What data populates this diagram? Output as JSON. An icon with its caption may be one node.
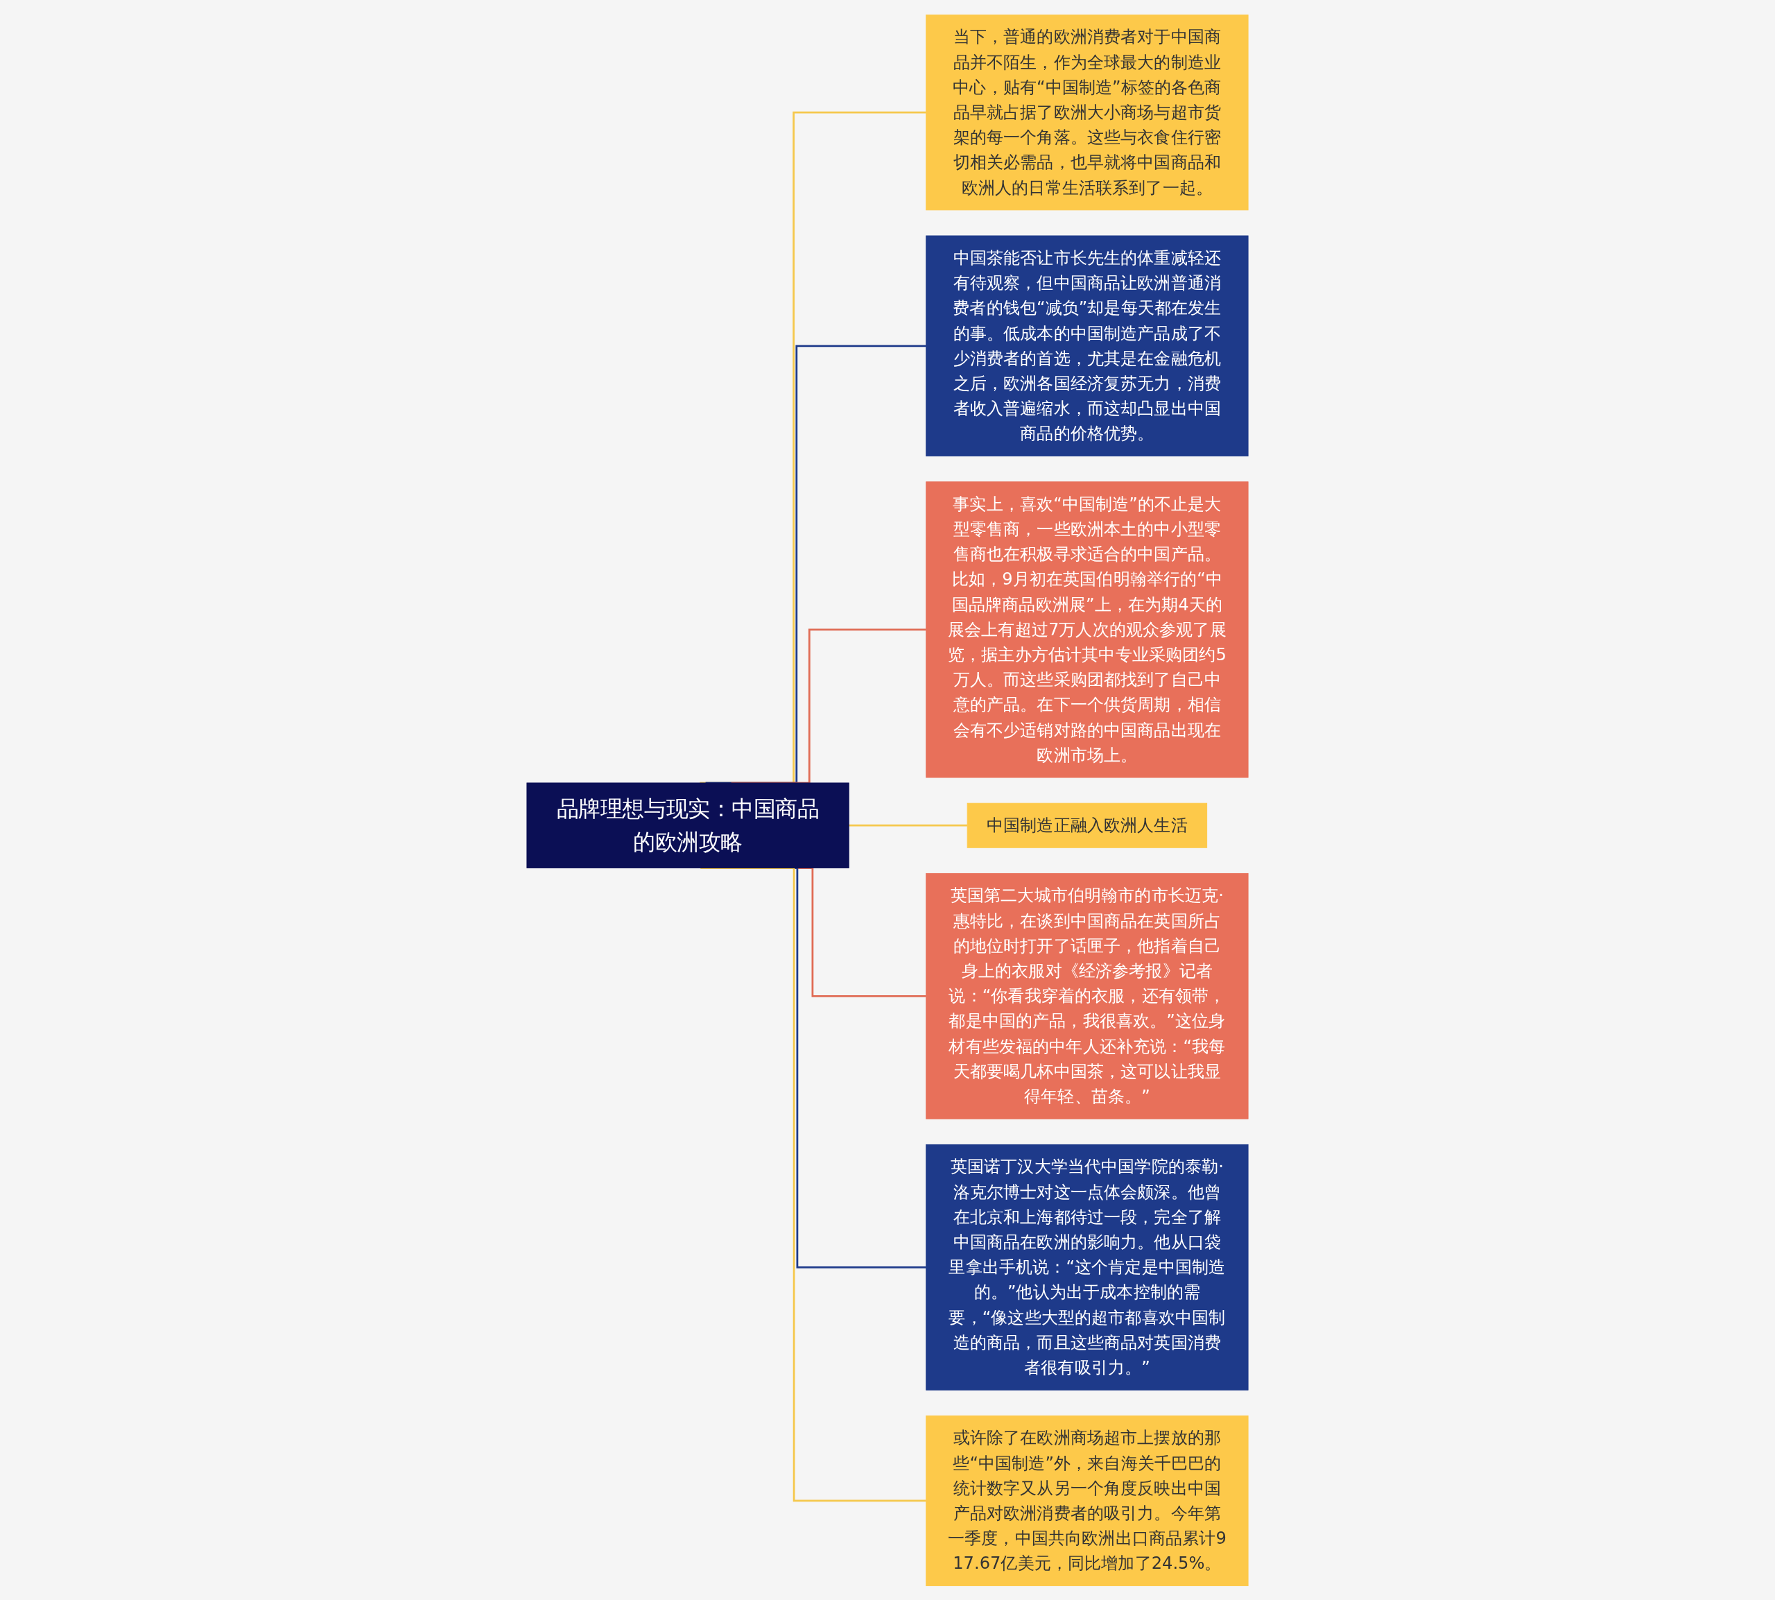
{
  "diagram": {
    "nodes": [
      {
        "text": [
          "品牌理想与现实：中国商品的欧洲攻略"
        ]
      },
      {
        "text": [
          "当下，普通的欧洲消费者对于中国商品并不陌生，作为全球最大的制造业中心，贴有“中国制造”标签的各色商品早就占据了欧洲大小商场与超市货架的每一个角落。这些与衣食住行密切相关必需品，也早就将中国商品和欧洲人的日常生活联系到了一起。"
        ]
      },
      {
        "text": [
          "中国茶能否让市长先生的体重减轻还有待观察，但中国商品让欧洲普通消费者的钱包“减负”却是每天都在发生的事。低成本的中国制造产品成了不少消费者的首选，尤其是在金融危机之后，欧洲各国经济复苏无力，消费者收入普遍缩水，而这却凸显出中国商品的价格优势。"
        ]
      },
      {
        "text": [
          "事实上，喜欢“中国制造”的不止是大型零售商，一些欧洲本土的中小型零售商也在积极寻求适合的中国产品。比如，9月初在英国伯明翰举行的“中国品牌商品欧洲展”上，在为期4天的展会上有超过7万人次的观众参观了展览，据主办方估计其中专业采购团约5万人。而这些采购团都找到了自己中意的产品。在下一个供货周期，相信会有不少适销对路的中国商品出现在欧洲市场上。"
        ]
      },
      {
        "text": [
          "中国制造正融入欧洲人生活"
        ]
      },
      {
        "text": [
          "英国第二大城市伯明翰市的市长迈克·惠特比，在谈到中国商品在英国所占的地位时打开了话匣子，他指着自己身上的衣服对《经济参考报》记者说：“你看我穿着的衣服，还有领带，都是中国的产品，我很喜欢。”这位身材有些发福的中年人还补充说：“我每天都要喝几杯中国茶，这可以让我显得年轻、苗条。”"
        ]
      },
      {
        "text": [
          "英国诺丁汉大学当代中国学院的泰勒·洛克尔博士对这一点体会颇深。他曾在北京和上海都待过一段，完全了解中国商品在欧洲的影响力。他从口袋里拿出手机说：“这个肯定是中国制造的。”他认为出于成本控制的需要，“像这些大型的超市都喜欢中国制造的商品，而且这些商品对英国消费者很有吸引力。”"
        ]
      },
      {
        "text": [
          "或许除了在欧洲商场超市上摆放的那些“中国制造”外，来自海关千巴巴的统计数字又从另一个角度反映出中国产品对欧洲消费者的吸引力。今年第一季度，中国共向欧洲出口商品累计917.67亿美元，同比增加了24.5%。"
        ]
      }
    ],
    "edges": [
      {
        "from": 0,
        "to": 1,
        "arrow": "none"
      },
      {
        "from": 0,
        "to": 2,
        "arrow": "none",
        "color": "#1e3a8a"
      },
      {
        "from": 0,
        "to": 3,
        "arrow": "none",
        "color": "#e06c55"
      },
      {
        "from": 0,
        "to": 4,
        "arrow": "none"
      },
      {
        "from": 0,
        "to": 5,
        "arrow": "none",
        "color": "#e06c55"
      },
      {
        "from": 0,
        "to": 6,
        "arrow": "none",
        "color": "#1e3a8a"
      },
      {
        "from": 0,
        "to": 7,
        "arrow": "none"
      }
    ]
  }
}
